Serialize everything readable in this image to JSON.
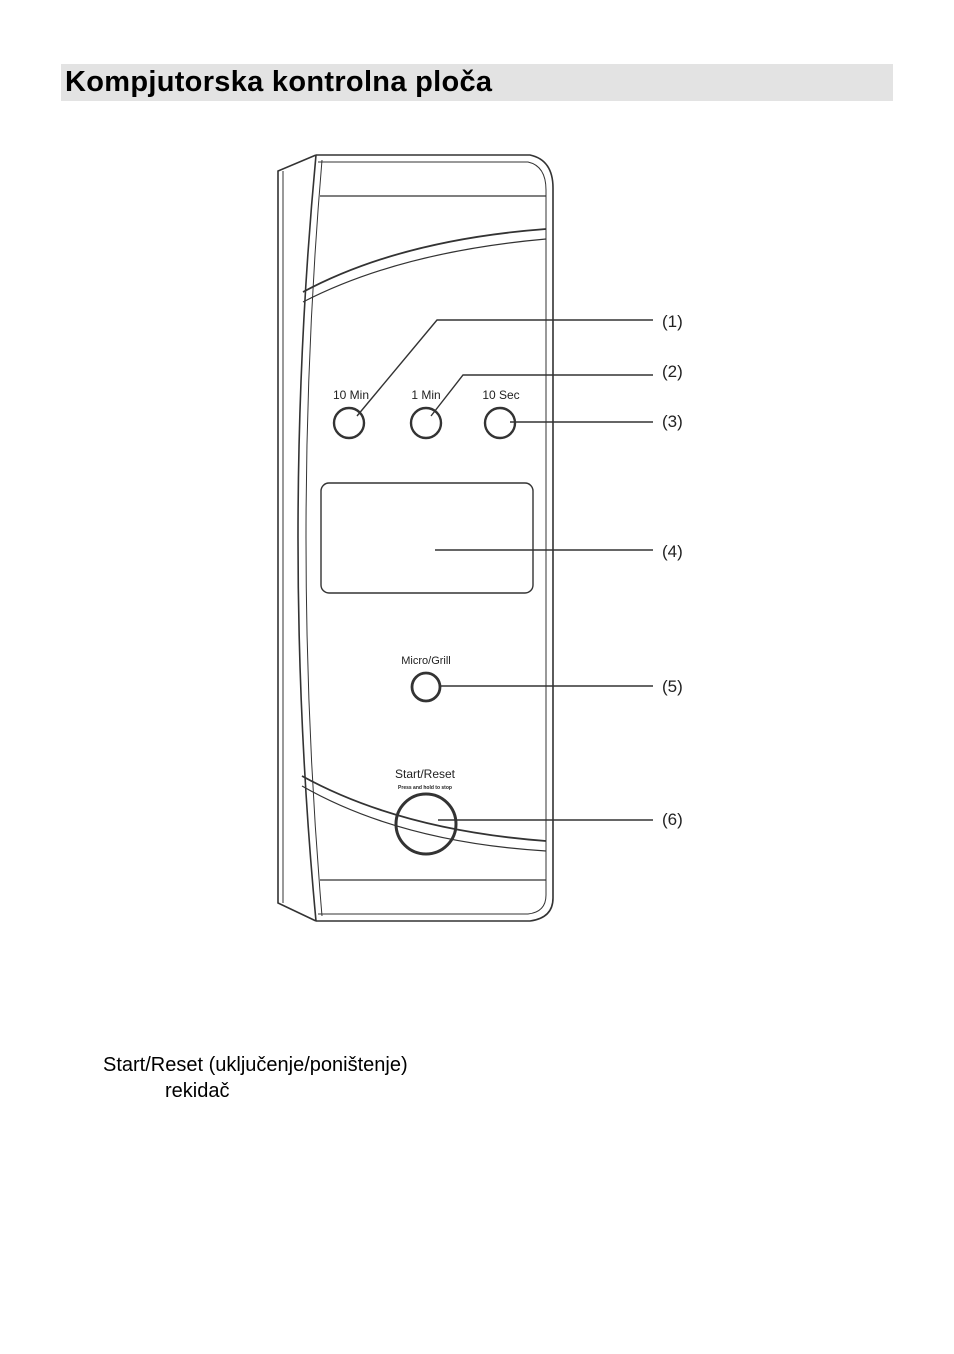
{
  "page": {
    "title": "Kompjutorska kontrolna ploča"
  },
  "panel": {
    "buttons": {
      "min10": "10 Min",
      "min1": "1 Min",
      "sec10": "10 Sec",
      "micro_grill": "Micro/Grill",
      "start_reset": "Start/Reset",
      "start_reset_sub": "Press and hold to stop"
    },
    "callouts": [
      "(1)",
      "(2)",
      "(3)",
      "(4)",
      "(5)",
      "(6)"
    ]
  },
  "caption": {
    "line1": "Start/Reset (uključenje/poništenje)",
    "line2": "rekidač"
  }
}
